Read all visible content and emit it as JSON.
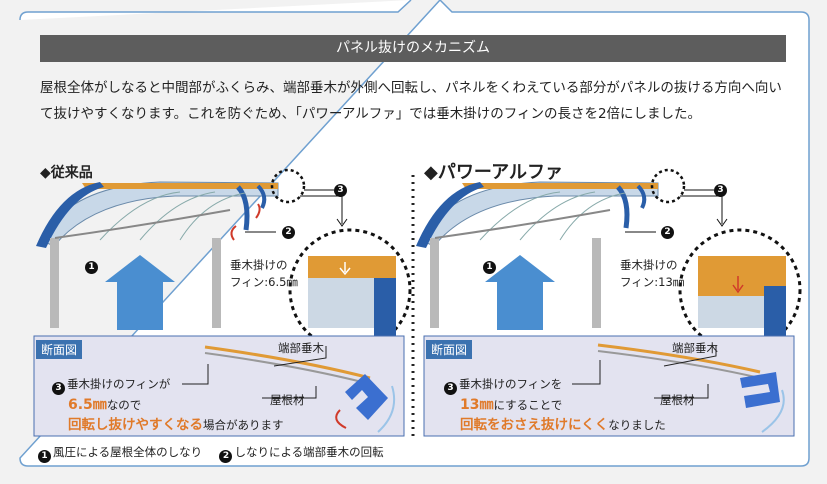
{
  "header": {
    "title": "パネル抜けのメカニズム"
  },
  "description": "屋根全体がしなると中間部がふくらみ、端部垂木が外側へ回転し、パネルをくわえている部分がパネルの抜ける方向へ向いて抜けやすくなります。これを防ぐため、「パワーアルファ」では垂木掛けのフィンの長さを2倍にしました。",
  "left": {
    "title": "◆従来品",
    "fin_label_1": "垂木掛けの",
    "fin_label_2": "フィン:6.5㎜",
    "section_tag": "断面図",
    "end_rafter": "端部垂木",
    "roof_material": "屋根材",
    "note_line1": "垂木掛けのフィンが",
    "note_value": "6.5㎜",
    "note_line2_suffix": "なので",
    "note_emph": "回転し抜けやすくなる",
    "note_line3_suffix": "場合があります"
  },
  "right": {
    "title": "◆パワーアルファ",
    "fin_label_1": "垂木掛けの",
    "fin_label_2": "フィン:13㎜",
    "section_tag": "断面図",
    "end_rafter": "端部垂木",
    "roof_material": "屋根材",
    "note_line1": "垂木掛けのフィンを",
    "note_value": "13㎜",
    "note_line2_suffix": "にすることで",
    "note_emph": "回転をおさえ抜けにくく",
    "note_line3_suffix": "なりました"
  },
  "markers": {
    "one": "1",
    "two": "2",
    "three": "3"
  },
  "footer": {
    "item1": "風圧による屋根全体のしなり",
    "item2": "しなりによる端部垂木の回転"
  },
  "colors": {
    "frame": "#6fa0d0",
    "roof_edge": "#2a5ea8",
    "orange": "#e07a2a",
    "red": "#d03a2a",
    "section_bg": "#e3e3f0",
    "arrow": "#4a8ed0"
  }
}
